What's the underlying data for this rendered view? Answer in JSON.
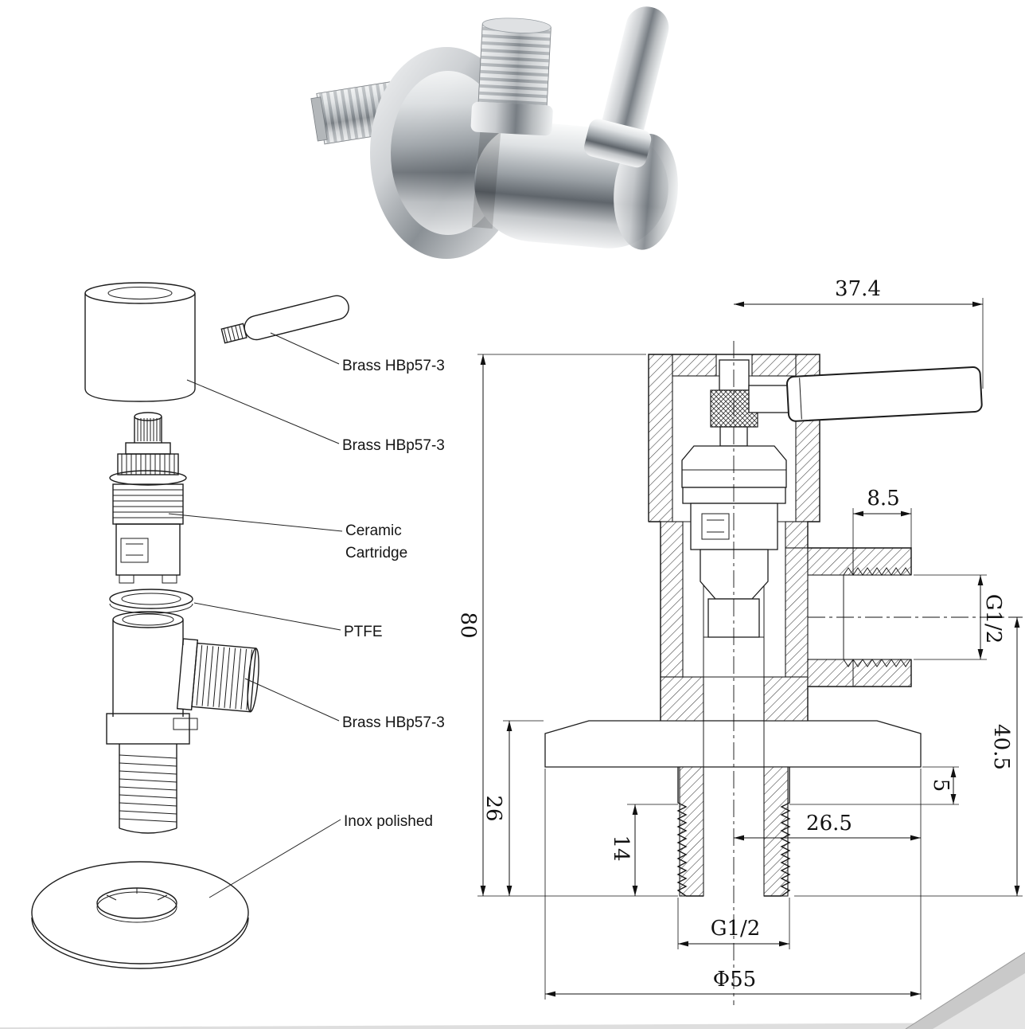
{
  "labels": {
    "lever": "Brass HBp57-3",
    "handle": "Brass HBp57-3",
    "cartridge1": "Ceramic",
    "cartridge2": "Cartridge",
    "ptfe": "PTFE",
    "body": "Brass HBp57-3",
    "flange": "Inox polished"
  },
  "dims": {
    "top_width": "37.4",
    "outlet_step": "8.5",
    "outlet_thread": "G1/2",
    "height": "80",
    "side_span": "40.5",
    "flange_gap": "5",
    "base_height": "26",
    "thread_length": "14",
    "center_to_edge": "26.5",
    "bottom_thread": "G1/2",
    "flange_diameter": "Φ55"
  }
}
